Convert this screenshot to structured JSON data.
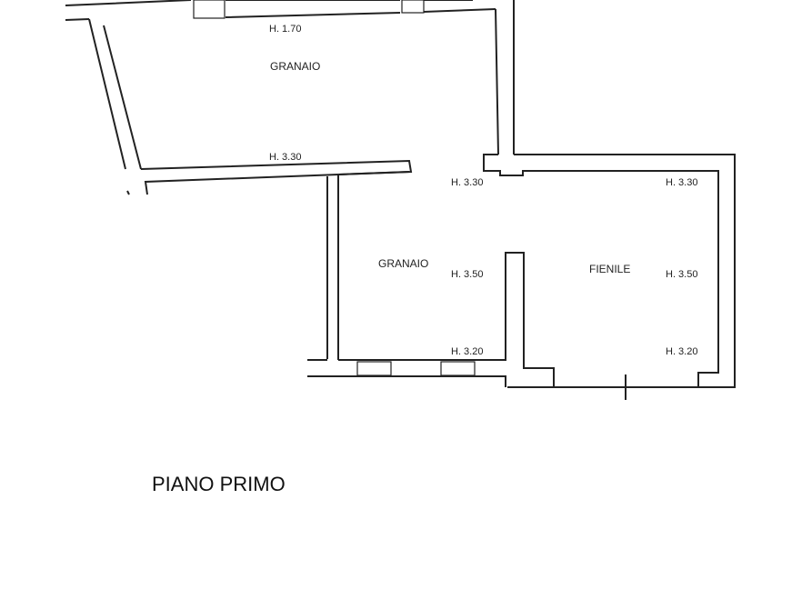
{
  "title": "PIANO PRIMO",
  "rooms": {
    "granaio_upper": "GRANAIO",
    "granaio_lower": "GRANAIO",
    "fienile": "FIENILE"
  },
  "heights": {
    "upper_top": "H. 1.70",
    "upper_bottom": "H. 3.30",
    "lower_top": "H. 3.30",
    "lower_mid": "H. 3.50",
    "lower_bottom": "H. 3.20",
    "fienile_top": "H. 3.30",
    "fienile_mid": "H. 3.50",
    "fienile_bottom": "H. 3.20"
  },
  "colors": {
    "line": "#222222",
    "background": "#ffffff"
  }
}
